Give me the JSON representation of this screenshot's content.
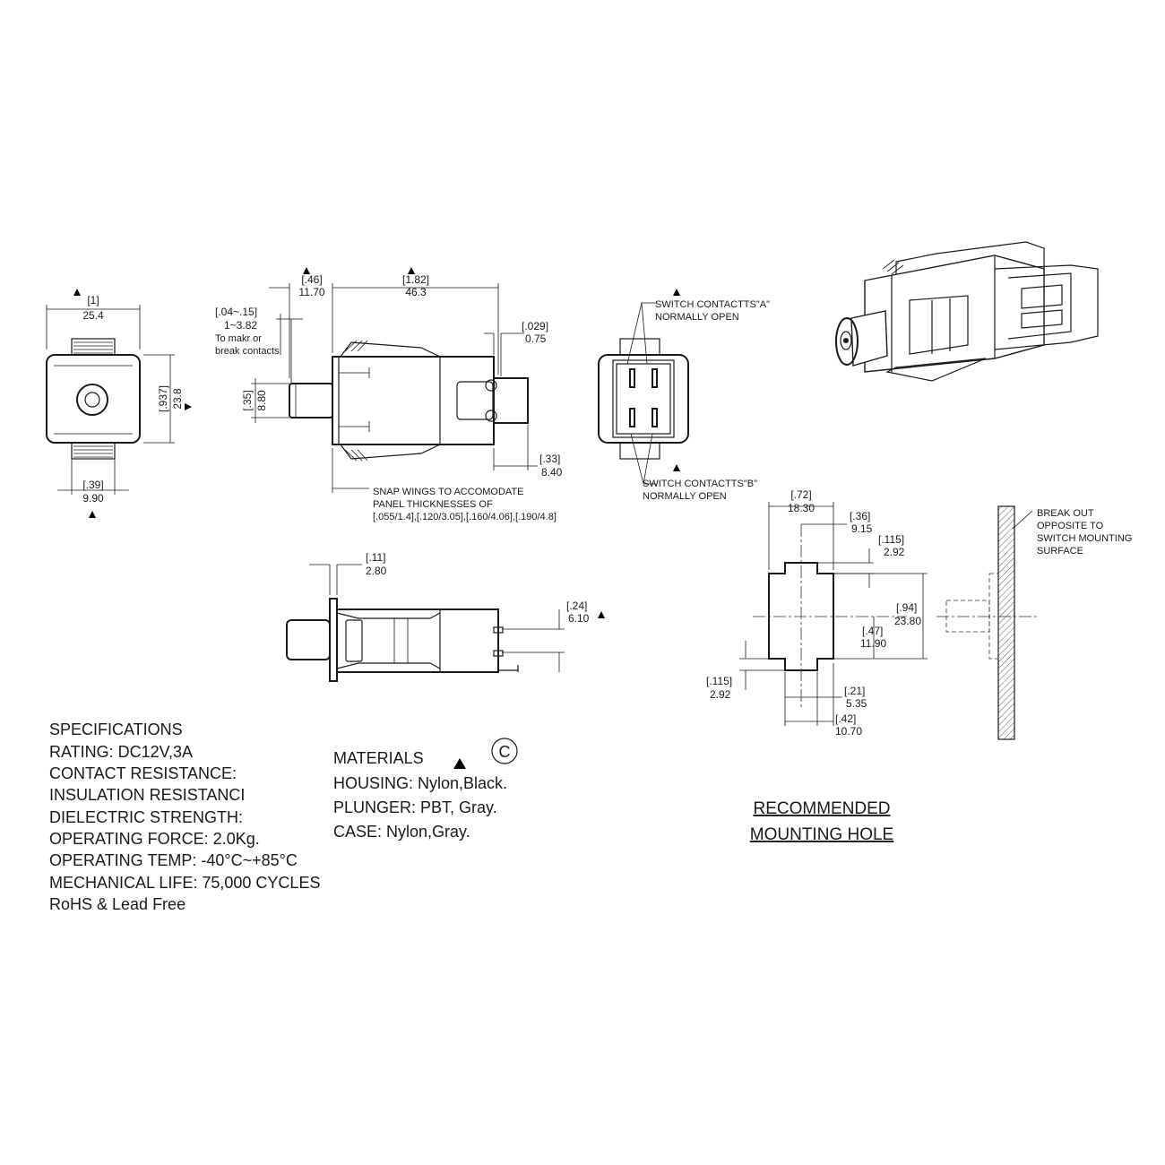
{
  "front_view": {
    "width_in": "[1]",
    "width_mm": "25.4",
    "height_in": "[.937]",
    "height_mm": "23.8",
    "tab_in": "[.39]",
    "tab_mm": "9.90"
  },
  "side_view": {
    "head_in": "[.46]",
    "head_mm": "11.70",
    "length_in": "[1.82]",
    "length_mm": "46.3",
    "travel_in": "[.04~.15]",
    "travel_mm": "1~3.82",
    "travel_note_1": "To makr or",
    "travel_note_2": "break contacts",
    "plunger_in": "[.35]",
    "plunger_mm": "8.80",
    "term_in": "[.029]",
    "term_mm": "0.75",
    "term_len_in": "[.33]",
    "term_len_mm": "8.40",
    "snap_note_1": "SNAP WINGS TO ACCOMODATE",
    "snap_note_2": "PANEL THICKNESSES OF",
    "snap_note_3": "[.055/1.4],[.120/3.05],[.160/4.06],[.190/4.8]"
  },
  "rear_view": {
    "contact_a_1": "SWITCH CONTACTTS\"A\"",
    "contact_a_2": "NORMALLY OPEN",
    "contact_b_1": "SWITCH CONTACTTS\"B\"",
    "contact_b_2": "NORMALLY OPEN"
  },
  "top_view": {
    "flange_in": "[.11]",
    "flange_mm": "2.80",
    "pin_in": "[.24]",
    "pin_mm": "6.10"
  },
  "mounting": {
    "w_in": "[.72]",
    "w_mm": "18.30",
    "half_w_in": "[.36]",
    "half_w_mm": "9.15",
    "notch_in": "[.115]",
    "notch_mm": "2.92",
    "h_in": "[.94]",
    "h_mm": "23.80",
    "half_h_in": "[.47]",
    "half_h_mm": "11.90",
    "notch2_in": "[.115]",
    "notch2_mm": "2.92",
    "notch_w_in": "[.21]",
    "notch_w_mm": "5.35",
    "slot_in": "[.42]",
    "slot_mm": "10.70",
    "break_note_1": "BREAK OUT",
    "break_note_2": "OPPOSITE TO",
    "break_note_3": "SWITCH MOUNTING",
    "break_note_4": "SURFACE",
    "title_1": "RECOMMENDED",
    "title_2": "MOUNTING HOLE"
  },
  "specifications": {
    "heading": "SPECIFICATIONS",
    "lines": [
      "RATING: DC12V,3A",
      "CONTACT RESISTANCE:",
      "INSULATION RESISTANCI",
      "DIELECTRIC STRENGTH:",
      "OPERATING FORCE: 2.0Kg.",
      "OPERATING TEMP: -40°C~+85°C",
      "MECHANICAL LIFE: 75,000 CYCLES",
      "RoHS & Lead Free"
    ]
  },
  "materials": {
    "heading": "MATERIALS",
    "copyright_symbol": "C",
    "lines": [
      "HOUSING: Nylon,Black.",
      "PLUNGER: PBT, Gray.",
      "CASE: Nylon,Gray."
    ]
  }
}
